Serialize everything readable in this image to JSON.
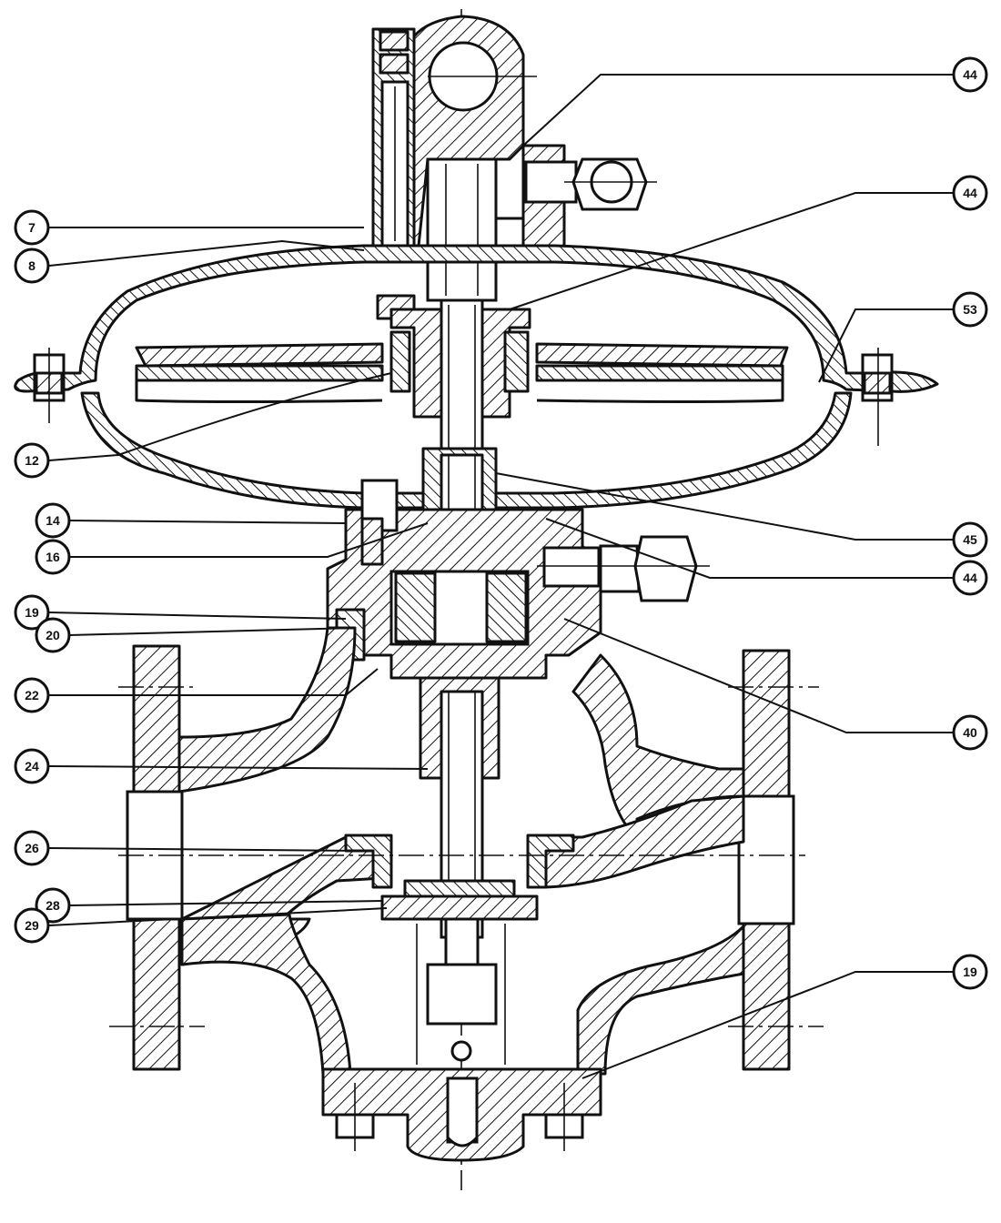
{
  "part_labels": [
    {
      "id": "label-7",
      "text": "7"
    },
    {
      "id": "label-8",
      "text": "8"
    },
    {
      "id": "label-12",
      "text": "12"
    },
    {
      "id": "label-14",
      "text": "14"
    },
    {
      "id": "label-16",
      "text": "16"
    },
    {
      "id": "label-19-left",
      "text": "19"
    },
    {
      "id": "label-20",
      "text": "20"
    },
    {
      "id": "label-22",
      "text": "22"
    },
    {
      "id": "label-24",
      "text": "24"
    },
    {
      "id": "label-26",
      "text": "26"
    },
    {
      "id": "label-28",
      "text": "28"
    },
    {
      "id": "label-29",
      "text": "29"
    },
    {
      "id": "label-44-top",
      "text": "44"
    },
    {
      "id": "label-44-mid",
      "text": "44"
    },
    {
      "id": "label-53",
      "text": "53"
    },
    {
      "id": "label-45",
      "text": "45"
    },
    {
      "id": "label-44-low",
      "text": "44"
    },
    {
      "id": "label-40",
      "text": "40"
    },
    {
      "id": "label-19-right",
      "text": "19"
    }
  ]
}
